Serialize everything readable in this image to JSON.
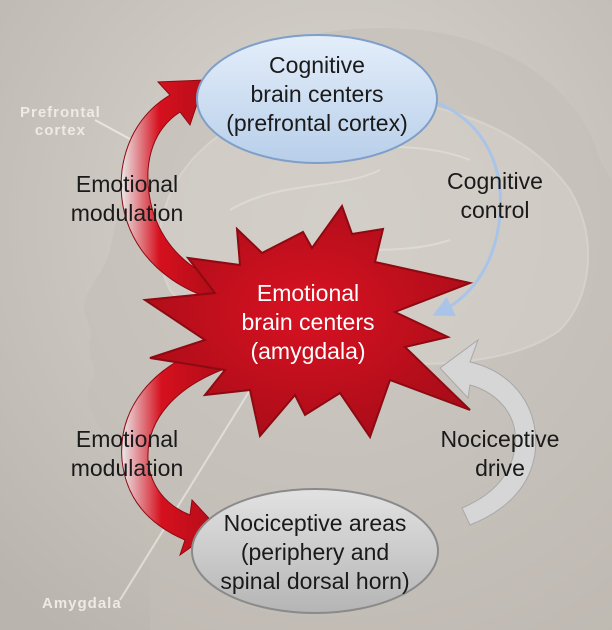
{
  "background_labels": {
    "prefrontal_line1": "Prefrontal",
    "prefrontal_line2": "cortex",
    "amygdala": "Amygdala"
  },
  "nodes": {
    "cognitive": {
      "line1": "Cognitive",
      "line2": "brain centers",
      "line3": "(prefrontal cortex)"
    },
    "emotional": {
      "line1": "Emotional",
      "line2": "brain centers",
      "line3": "(amygdala)"
    },
    "nociceptive": {
      "line1": "Nociceptive areas",
      "line2": "(periphery and",
      "line3": "spinal dorsal horn)"
    }
  },
  "edges": {
    "upper_left": {
      "line1": "Emotional",
      "line2": "modulation"
    },
    "lower_left": {
      "line1": "Emotional",
      "line2": "modulation"
    },
    "upper_right": {
      "line1": "Cognitive",
      "line2": "control"
    },
    "lower_right": {
      "line1": "Nociceptive",
      "line2": "drive"
    }
  },
  "colors": {
    "cognitive_fill": "#c6d9f0",
    "emotional_fill": "#c8101e",
    "nociceptive_fill": "#c9c9c9",
    "modulation_arrow": "#c8101e",
    "control_arrow": "#a9c4e8",
    "drive_arrow": "#d4d4d4"
  }
}
